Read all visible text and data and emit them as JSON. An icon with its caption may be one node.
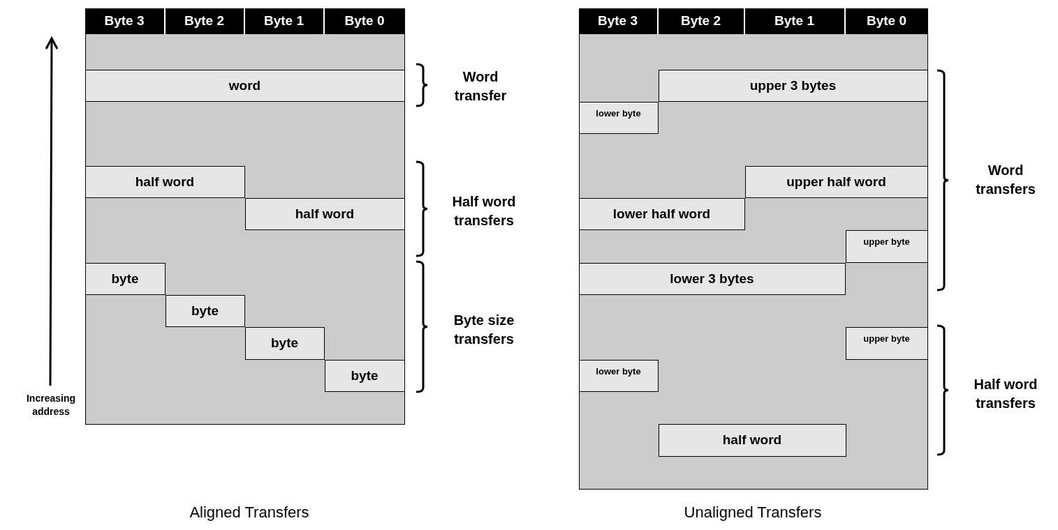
{
  "diagram": {
    "nodes": [
      {
        "text": [],
        "shape": "box"
      },
      {
        "text": [
          "Byte 3"
        ],
        "in": 0
      },
      {
        "text": [
          "Byte 2"
        ],
        "in": 0
      },
      {
        "text": [
          "Byte 1"
        ],
        "in": 0
      },
      {
        "text": [
          "Byte 0"
        ],
        "in": 0
      },
      {
        "text": [
          "word"
        ],
        "in": 0
      },
      {
        "text": [
          "half word"
        ],
        "in": 0
      },
      {
        "text": [
          "half word"
        ],
        "in": 0
      },
      {
        "text": [
          "byte"
        ],
        "in": 0
      },
      {
        "text": [
          "byte"
        ],
        "in": 0
      },
      {
        "text": [
          "byte"
        ],
        "in": 0
      },
      {
        "text": [
          "byte"
        ],
        "in": 0
      },
      {
        "text": [],
        "shape": "box"
      },
      {
        "text": [
          "Byte 3"
        ],
        "in": 12
      },
      {
        "text": [
          "Byte 2"
        ],
        "in": 12
      },
      {
        "text": [
          "Byte 1"
        ],
        "in": 12
      },
      {
        "text": [
          "Byte 0"
        ],
        "in": 12
      },
      {
        "text": [
          "upper 3 bytes"
        ],
        "in": 12
      },
      {
        "text": [
          "lower byte"
        ],
        "in": 12
      },
      {
        "text": [
          "upper half word"
        ],
        "in": 12
      },
      {
        "text": [
          "lower half word"
        ],
        "in": 12
      },
      {
        "text": [
          "upper byte"
        ],
        "in": 12
      },
      {
        "text": [
          "lower 3 bytes"
        ],
        "in": 12
      },
      {
        "text": [
          "upper byte"
        ],
        "in": 12
      },
      {
        "text": [
          "lower byte"
        ],
        "in": 12
      },
      {
        "text": [
          "half word"
        ],
        "in": 12
      }
    ],
    "labels": [
      "Increasing address",
      "Word transfer",
      "Half word transfers",
      "Byte size transfers",
      "Word transfers",
      "Half word transfers",
      "Aligned Transfers",
      "Unaligned Transfers"
    ]
  }
}
